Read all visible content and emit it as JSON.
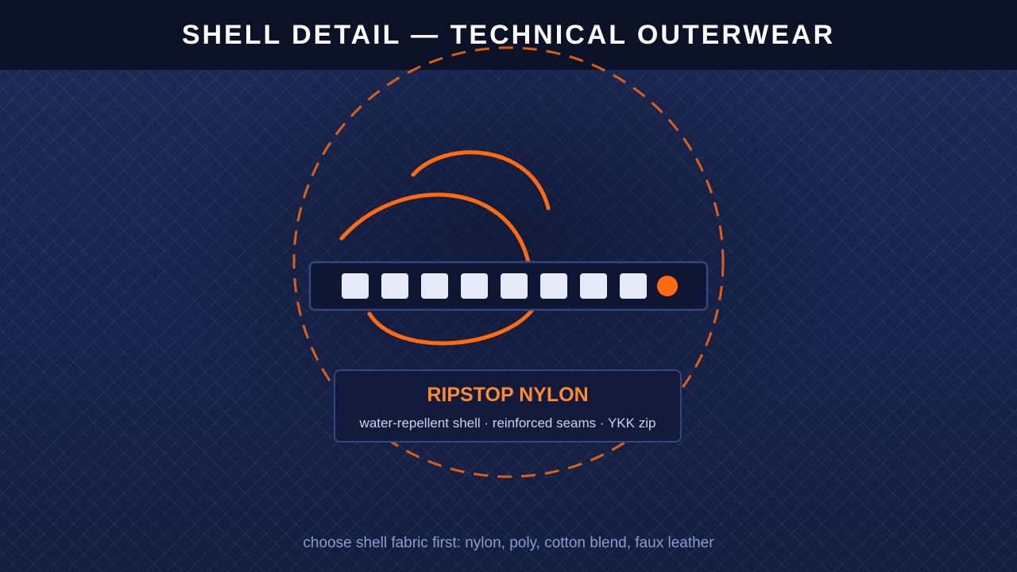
{
  "header": {
    "title": "SHELL DETAIL — TECHNICAL OUTERWEAR"
  },
  "fabric_card": {
    "title": "RIPSTOP NYLON",
    "features": "water-repellent shell · reinforced seams · YKK zip"
  },
  "zipper": {
    "teeth_count": 8,
    "pull_icon": "orange-dot-icon"
  },
  "footer": {
    "note": "choose shell fabric first: nylon, poly, cotton blend, faux leather"
  },
  "colors": {
    "accent": "#ff6a10",
    "background": "#16213f",
    "header_bg": "#0b1228",
    "card_bg": "#111a3a",
    "card_border": "#34457e",
    "tooth": "#e6e9f7"
  }
}
